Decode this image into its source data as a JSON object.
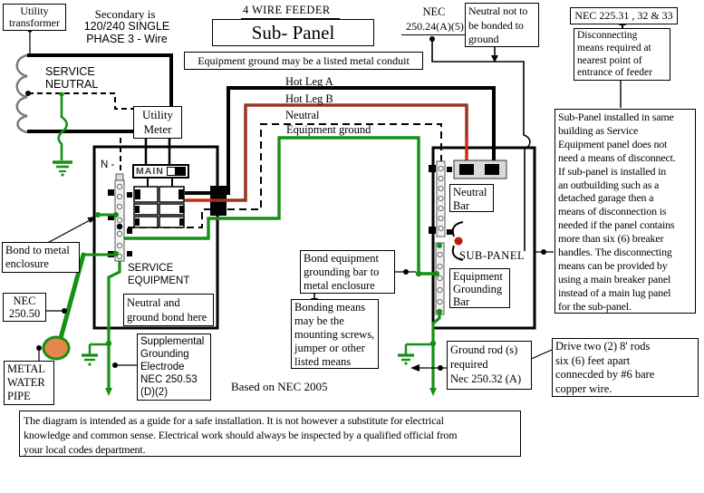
{
  "colors": {
    "wire_black": "#000000",
    "wire_red_feeder": "#9a3424",
    "wire_red_bright": "#cf2a12",
    "wire_green": "#149114",
    "water_pipe_fill": "#e8854d",
    "insulator_dot_red": "#c21807",
    "breaker_strip_gray": "#d9d9d9"
  },
  "header": {
    "four_wire_feeder": "4 WIRE FEEDER",
    "sub_panel_title": "Sub- Panel",
    "equipment_ground_conduit": "Equipment ground may be a listed metal conduit",
    "nec_250_24_line1": "NEC",
    "nec_250_24_line2": "250.24(A)(5)"
  },
  "transformer_area": {
    "utility_transformer": "Utility\ntransformer",
    "secondary_intro": "Secondary is",
    "secondary_spec": "120/240 SINGLE\nPHASE 3 - Wire",
    "service_neutral": "SERVICE\nNEUTRAL",
    "utility_meter": "Utility\nMeter"
  },
  "feeder_labels": {
    "hot_leg_a": "Hot Leg A",
    "hot_leg_b": "Hot Leg B",
    "neutral": "Neutral",
    "equipment_ground": "Equipment ground"
  },
  "top_right": {
    "neutral_not_bonded": "Neutral not to\nbe bonded to\nground",
    "nec_225": "NEC 225.31 , 32 & 33",
    "disconnecting_means": "Disconnecting\nmeans required at\nnearest point of\nentrance of feeder",
    "sub_panel_note": "Sub-Panel installed in same\nbuilding as Service\nEquipment panel does not\nneed a means of disconnect.\n If sub-panel is installed in\nan outbuilding such as a\ndetached garage then a\nmeans of disconnection is\nneeded if the panel contains\nmore than six (6) breaker\nhandles. The disconnecting\nmeans can be provided by\nusing a main breaker panel\ninstead of a main lug panel\nfor the sub-panel."
  },
  "service_panel": {
    "n_label": "N -",
    "main_label": "MAIN",
    "service_equipment": "SERVICE\nEQUIPMENT",
    "neutral_ground_bond": "Neutral and\nground bond here"
  },
  "left_annotations": {
    "bond_to_metal": "Bond to metal\nenclosure",
    "nec_250_50": "NEC\n250.50",
    "metal_water_pipe": "METAL\nWATER\nPIPE",
    "supplemental": "Supplemental\nGrounding\nElectrode\nNEC 250.53\n(D)(2)"
  },
  "middle_annotations": {
    "bond_equipment": "Bond equipment\ngrounding bar to\nmetal enclosure",
    "bonding_means": "Bonding means\nmay be the\nmounting screws,\njumper or other\nlisted means",
    "based_on": "Based on NEC 2005"
  },
  "sub_panel": {
    "neutral_bar": "Neutral\nBar",
    "sub_panel_label": "SUB-PANEL",
    "equipment_grounding_bar": "Equipment\nGrounding\nBar"
  },
  "bottom_right": {
    "ground_rod": "Ground rod (s)\nrequired\nNec 250.32 (A)",
    "drive_rods": "Drive two (2) 8' rods\nsix (6) feet apart\nconnecded by #6 bare\ncopper wire."
  },
  "disclaimer": "The diagram is intended as a guide for a safe installation.  It is not however a substitute for electrical\nknowledge and common sense.  Electrical work should always be inspected by a qualified official from\nyour local codes department."
}
